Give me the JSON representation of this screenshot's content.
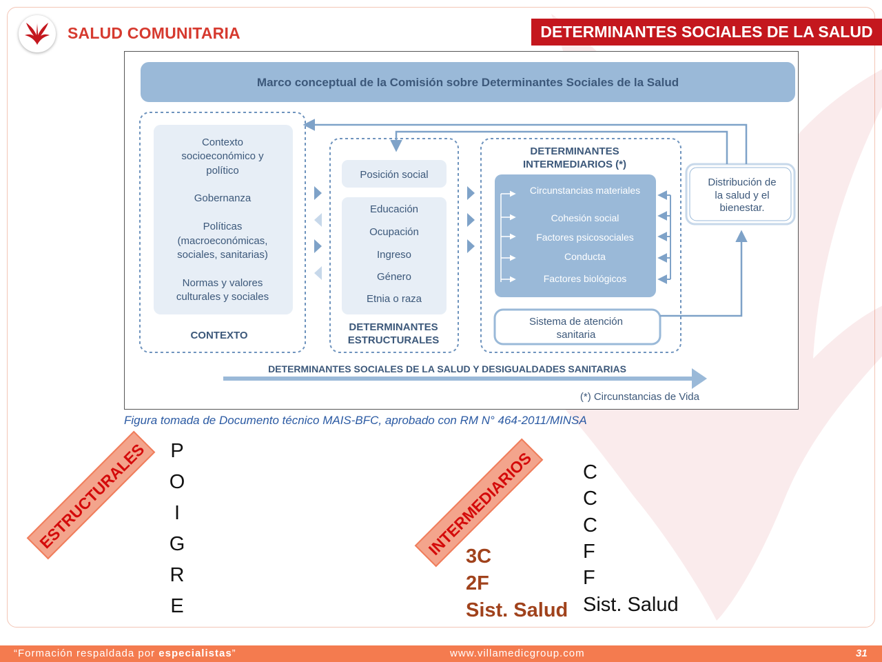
{
  "header": {
    "brand": "SALUD COMUNITARIA",
    "section_title": "DETERMINANTES SOCIALES DE LA SALUD"
  },
  "figure": {
    "title": "Marco conceptual de la Comisión sobre Determinantes Sociales de la Salud",
    "context": {
      "lines": [
        "Contexto",
        "socioeconómico y",
        "político",
        "Gobernanza",
        "Políticas",
        "(macroeconómicas,",
        "sociales, sanitarias)",
        "Normas y valores",
        "culturales y sociales"
      ],
      "label": "CONTEXTO"
    },
    "structural": {
      "top": "Posición social",
      "items": [
        "Educación",
        "Ocupación",
        "Ingreso",
        "Género",
        "Etnia o raza"
      ],
      "label_lines": [
        "DETERMINANTES",
        "ESTRUCTURALES"
      ]
    },
    "intermediate": {
      "label_lines": [
        "DETERMINANTES",
        "INTERMEDIARIOS (*)"
      ],
      "items": [
        "Circunstancias materiales",
        "Cohesión social",
        "Factores psicosociales",
        "Conducta",
        "Factores biológicos"
      ],
      "health_system": [
        "Sistema de atención",
        "sanitaria"
      ]
    },
    "distribution": [
      "Distribución de",
      "la salud y el",
      "bienestar."
    ],
    "bottom_arrow": "DETERMINANTES SOCIALES DE LA SALUD Y DESIGUALDADES SANITARIAS",
    "footnote": "(*) Circunstancias de Vida"
  },
  "caption": "Figura tomada de Documento técnico MAIS-BFC, aprobado con RM N° 464-2011/MINSA",
  "estructurales": {
    "tag": "ESTRUCTURALES",
    "letters": [
      "P",
      "O",
      "I",
      "G",
      "R",
      "E"
    ]
  },
  "intermediarios": {
    "tag": "INTERMEDIARIOS",
    "letters": [
      "C",
      "C",
      "C",
      "F",
      "F",
      "Sist. Salud"
    ],
    "summary": [
      "3C",
      "2F",
      "Sist. Salud"
    ]
  },
  "footer": {
    "quote_pre": "“Formación respaldada por ",
    "quote_bold": "especialistas",
    "quote_post": "”",
    "website": "www.villamedicgroup.com",
    "page": "31"
  },
  "colors": {
    "accent_red": "#c4171e",
    "brand_red": "#d63a2f",
    "tag_fill": "#f3a48c",
    "footer": "#f47b4f",
    "diagram_blue": "#9ab9d8",
    "diagram_light": "#e7eef6",
    "diagram_text": "#3c587a",
    "dash_blue": "#6e93bd",
    "summary_brown": "#a0421c"
  }
}
